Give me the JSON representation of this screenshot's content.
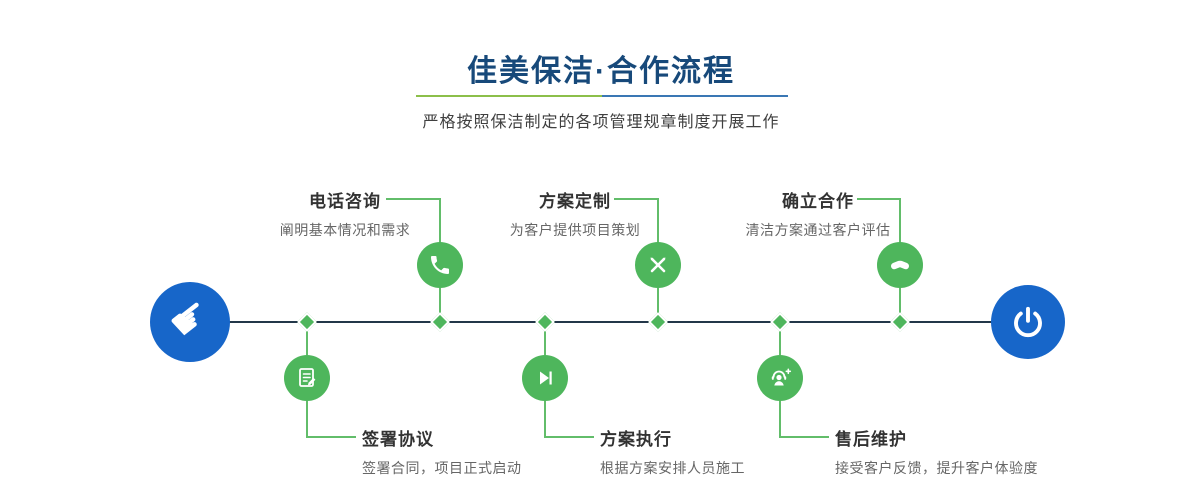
{
  "header": {
    "title": "佳美保洁·合作流程",
    "subtitle": "严格按照保洁制定的各项管理规章制度开展工作"
  },
  "steps": [
    {
      "title": "电话咨询",
      "desc": "阐明基本情况和需求",
      "icon": "phone-icon",
      "position": "top"
    },
    {
      "title": "方案定制",
      "desc": "为客户提供项目策划",
      "icon": "design-tools-icon",
      "position": "top"
    },
    {
      "title": "确立合作",
      "desc": "清洁方案通过客户评估",
      "icon": "handshake-icon",
      "position": "top"
    },
    {
      "title": "签署协议",
      "desc": "签署合同，项目正式启动",
      "icon": "contract-icon",
      "position": "bottom"
    },
    {
      "title": "方案执行",
      "desc": "根据方案安排人员施工",
      "icon": "play-next-icon",
      "position": "bottom"
    },
    {
      "title": "售后维护",
      "desc": "接受客户反馈，提升客户体验度",
      "icon": "customer-service-icon",
      "position": "bottom"
    }
  ],
  "timeline": {
    "start_icon": "hand-pointer-icon",
    "start_glyph": "☛",
    "end_icon": "power-icon"
  },
  "colors": {
    "accent_green": "#4eb65c",
    "accent_blue": "#1766c9",
    "title_navy": "#17497a",
    "timeline_dark": "#233749",
    "divider_green": "#8cbf4a",
    "divider_blue": "#3a77b4"
  }
}
